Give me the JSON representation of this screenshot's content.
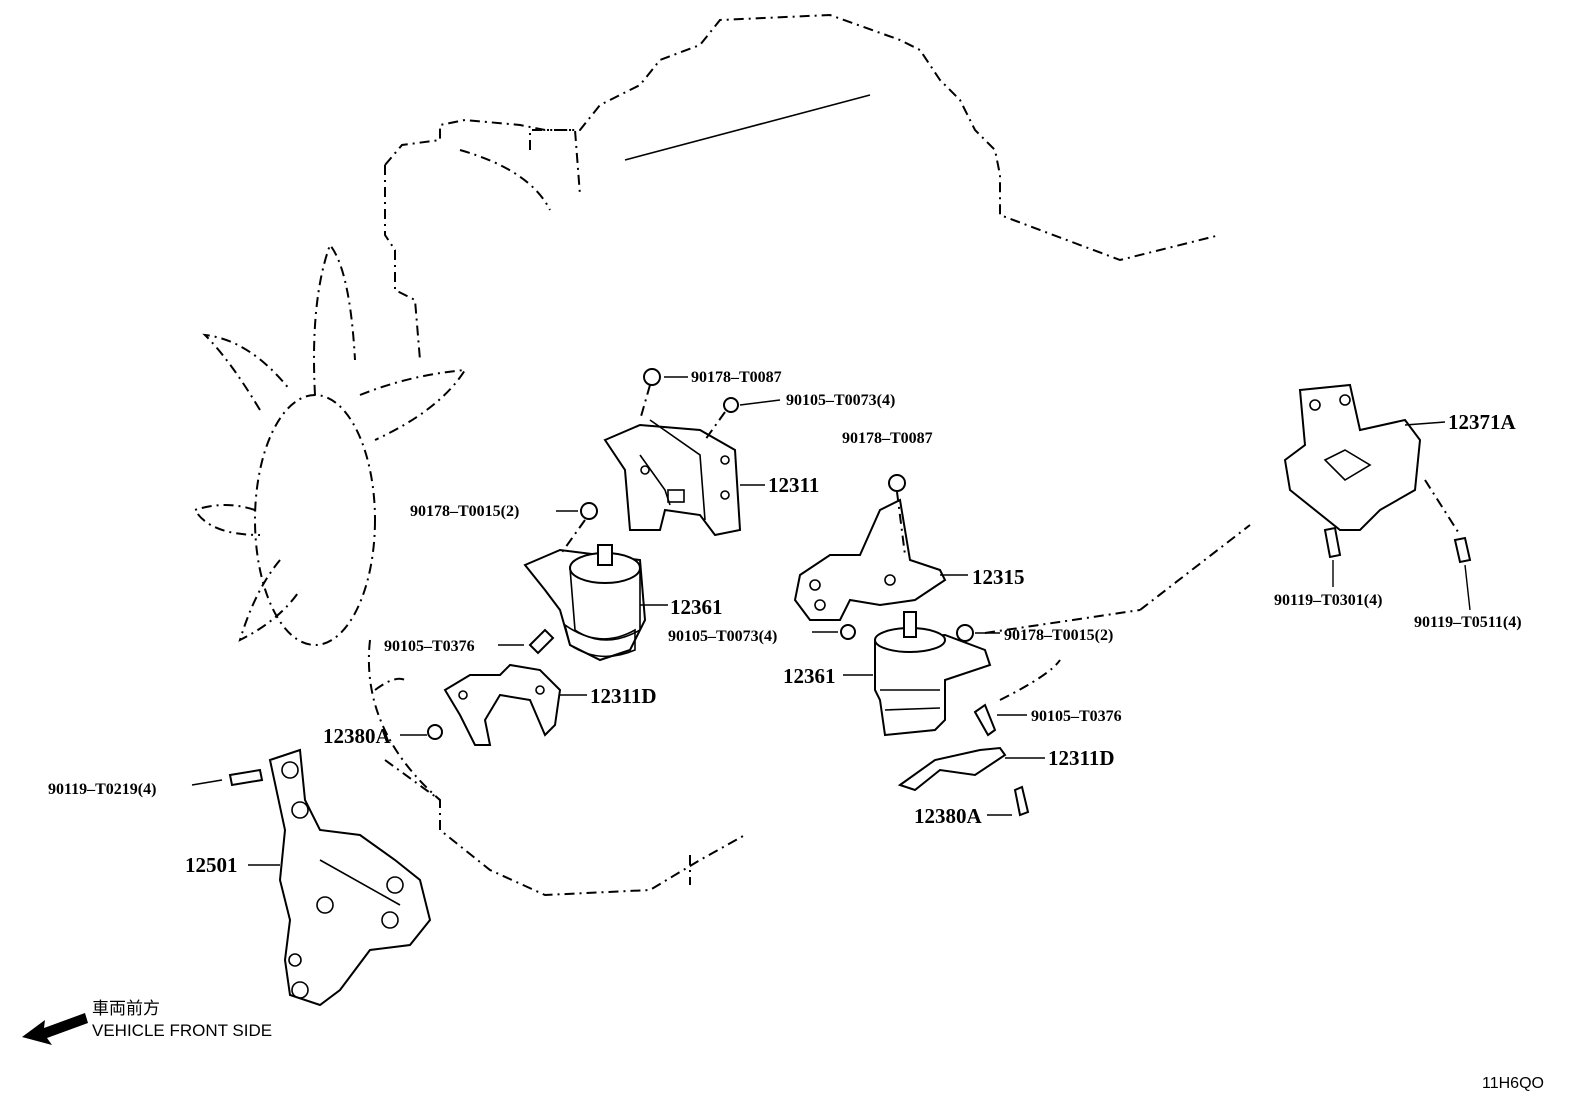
{
  "diagram": {
    "catalog_code": "11H6QO",
    "direction_note": {
      "japanese": "車両前方",
      "english": "VEHICLE FRONT SIDE"
    },
    "callouts": {
      "p1": "90178–T0087",
      "p2": "90105–T0073(4)",
      "p3": "12311",
      "p4": "90178–T0015(2)",
      "p5": "12361",
      "p6": "90105–T0376",
      "p7": "12311D",
      "p8": "12380A",
      "p9": "90119–T0219(4)",
      "p10": "12501",
      "p11": "90178–T0087",
      "p12": "12315",
      "p13": "90105–T0073(4)",
      "p14": "90178–T0015(2)",
      "p15": "12361",
      "p16": "90105–T0376",
      "p17": "12311D",
      "p18": "12380A",
      "p19": "12371A",
      "p20": "90119–T0301(4)",
      "p21": "90119–T0511(4)"
    }
  }
}
